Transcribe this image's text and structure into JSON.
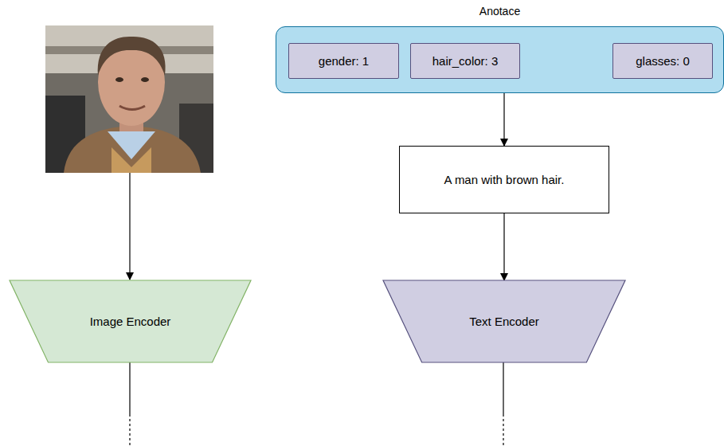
{
  "diagram": {
    "nodes": [
      {
        "text": [
          "Anotace"
        ]
      },
      {
        "text": [
          "gender: 1"
        ],
        "in": 0
      },
      {
        "text": [
          "hair_color: 3"
        ],
        "in": 0
      },
      {
        "text": [
          "glasses: 0"
        ],
        "in": 0
      },
      {
        "text": [
          "A man with brown hair."
        ]
      },
      {
        "text": [
          "Image Encoder"
        ]
      },
      {
        "text": [
          "Text Encoder"
        ]
      }
    ],
    "edges": [
      {
        "from": 0,
        "to": 4,
        "arrow": "to"
      },
      {
        "from": 4,
        "to": 6,
        "arrow": "to"
      }
    ]
  }
}
